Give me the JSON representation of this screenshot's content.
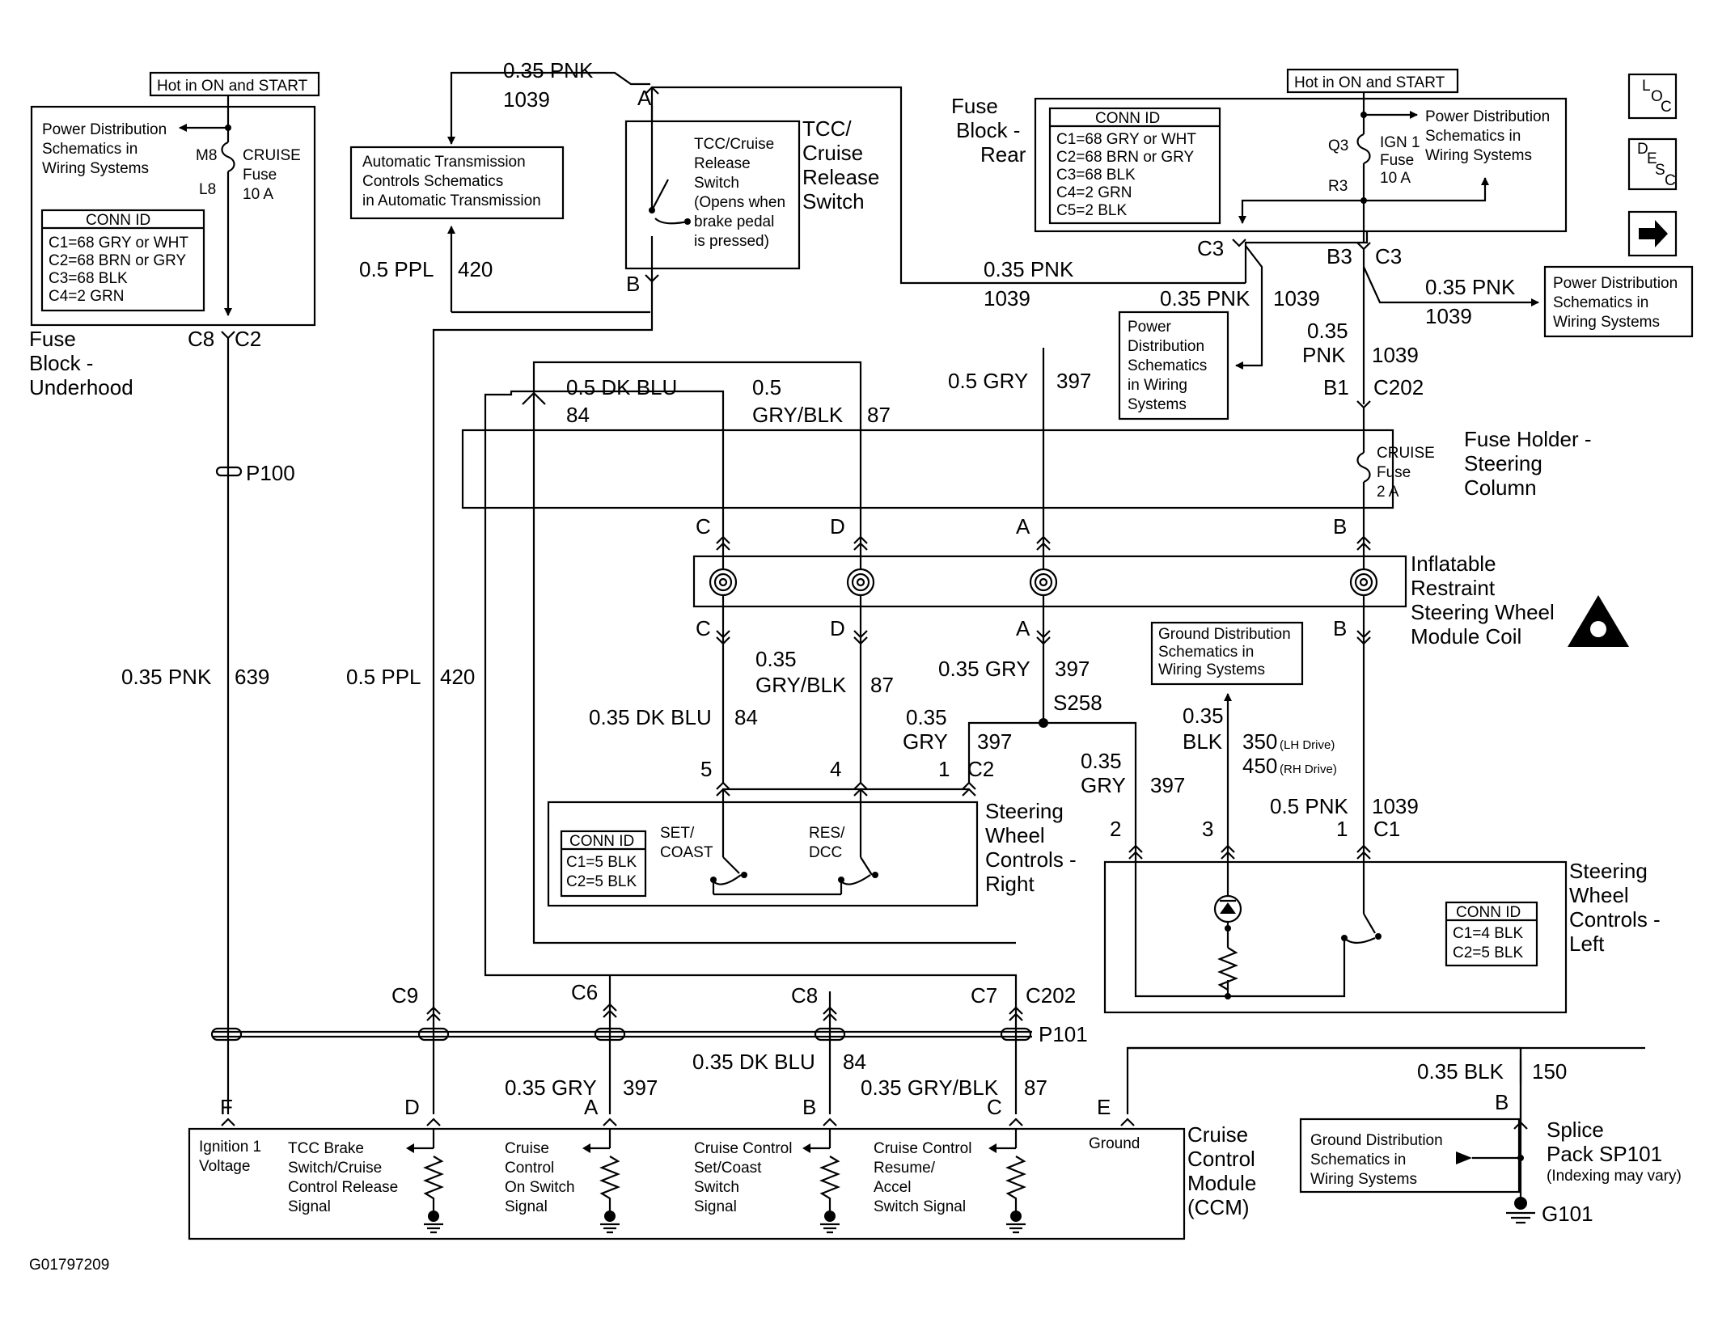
{
  "figure_id": "G01797209",
  "top": {
    "hot_left": "Hot in ON and START",
    "hot_right": "Hot in ON and START"
  },
  "nav": {
    "loc_L": "L",
    "loc_O": "O",
    "loc_C": "C",
    "desc_D": "D",
    "desc_E": "E",
    "desc_S": "S",
    "desc_C": "C"
  },
  "fuse_underhood": {
    "pd_line1": "Power Distribution",
    "pd_line2": "Schematics in",
    "pd_line3": "Wiring Systems",
    "pin_top": "M8",
    "pin_bot": "L8",
    "fuse_name": "CRUISE",
    "fuse_word": "Fuse",
    "fuse_amp": "10 A",
    "conn_title": "CONN ID",
    "conn": [
      "C1=68 GRY or WHT",
      "C2=68 BRN or GRY",
      "C3=68 BLK",
      "C4=2 GRN"
    ],
    "pin_c8": "C8",
    "pin_c2": "C2",
    "name1": "Fuse",
    "name2": "Block -",
    "name3": "Underhood"
  },
  "fuse_rear": {
    "name1": "Fuse",
    "name2": "Block -",
    "name3": "Rear",
    "conn_title": "CONN ID",
    "conn": [
      "C1=68 GRY or WHT",
      "C2=68 BRN or GRY",
      "C3=68 BLK",
      "C4=2 GRN",
      "C5=2 BLK"
    ],
    "pin_q3": "Q3",
    "pin_r3": "R3",
    "fuse_name": "IGN 1",
    "fuse_word": "Fuse",
    "fuse_amp": "10 A",
    "pd_line1": "Power Distribution",
    "pd_line2": "Schematics in",
    "pd_line3": "Wiring Systems",
    "pin_c3": "C3",
    "pin_b3": "B3",
    "pin_c3b": "C3"
  },
  "tcc": {
    "pin_a": "A",
    "pin_b": "B",
    "inner1": "TCC/Cruise",
    "inner2": "Release",
    "inner3": "Switch",
    "inner4": "(Opens when",
    "inner5": "brake pedal",
    "inner6": "is pressed)",
    "name1": "TCC/",
    "name2": "Cruise",
    "name3": "Release",
    "name4": "Switch"
  },
  "auto_trans": {
    "line1": "Automatic Transmission",
    "line2": "Controls Schematics",
    "line3": "in Automatic Transmission"
  },
  "wires": {
    "w_pnk_top": "0.35 PNK",
    "w_1039_top": "1039",
    "w_ppl_upper": "0.5 PPL",
    "w_420_upper": "420",
    "w_pnk_mid": "0.35 PNK",
    "w_1039_mid": "1039",
    "w_pnk_c3": "0.35 PNK",
    "w_1039_c3": "1039",
    "w_pnk_right": "0.35 PNK",
    "w_1039_right": "1039",
    "w_035": "0.35",
    "w_pnk_b3": "PNK",
    "w_1039_b3": "1039",
    "pin_b1": "B1",
    "pin_c202": "C202",
    "w_dkblu_top": "0.5 DK BLU",
    "w_84_top": "84",
    "w_05": "0.5",
    "w_gryblk_top": "GRY/BLK",
    "w_87_top": "87",
    "w_gry_top": "0.5 GRY",
    "w_397_top": "397",
    "w_pnk_639": "0.35 PNK",
    "w_639": "639",
    "p100": "P100",
    "w_ppl_lower": "0.5 PPL",
    "w_420_lower": "420",
    "w_035b": "0.35",
    "w_gryblk_mid": "GRY/BLK",
    "w_87_mid": "87",
    "w_gry_mid": "0.35 GRY",
    "w_397_mid": "397",
    "s258": "S258",
    "w_dkblu_mid": "0.35 DK BLU",
    "w_84_mid": "84",
    "w_035c": "0.35",
    "w_gry_c2": "GRY",
    "w_397_c2": "397",
    "w_035d": "0.35",
    "w_gry_2": "GRY",
    "w_397_2": "397",
    "w_035e": "0.35",
    "w_blk": "BLK",
    "w_350": "350",
    "w_lh": "(LH Drive)",
    "w_450": "450",
    "w_rh": "(RH Drive)",
    "w_pnk_c1": "0.5 PNK",
    "w_1039_c1": "1039",
    "w_gry_bot": "0.35 GRY",
    "w_397_bot": "397",
    "w_dkblu_bot": "0.35 DK BLU",
    "w_84_bot": "84",
    "w_gryblk_bot": "0.35 GRY/BLK",
    "w_87_bot": "87",
    "w_blk_150": "0.35 BLK",
    "w_150": "150"
  },
  "fuse_holder": {
    "fuse_name": "CRUISE",
    "fuse_word": "Fuse",
    "fuse_amp": "2 A",
    "name1": "Fuse Holder -",
    "name2": "Steering",
    "name3": "Column"
  },
  "coil": {
    "pins_top": [
      "C",
      "D",
      "A",
      "B"
    ],
    "pins_bot": [
      "C",
      "D",
      "A",
      "B"
    ],
    "name1": "Inflatable",
    "name2": "Restraint",
    "name3": "Steering Wheel",
    "name4": "Module Coil"
  },
  "ground_dist_top": {
    "line1": "Ground Distribution",
    "line2": "Schematics in",
    "line3": "Wiring Systems"
  },
  "pd_box_mid": {
    "line1": "Power",
    "line2": "Distribution",
    "line3": "Schematics",
    "line4": "in Wiring",
    "line5": "Systems"
  },
  "pd_box_right": {
    "line1": "Power Distribution",
    "line2": "Schematics in",
    "line3": "Wiring Systems"
  },
  "swc_right": {
    "pin5": "5",
    "pin4": "4",
    "pin1": "1",
    "pin_c2": "C2",
    "conn_title": "CONN ID",
    "conn": [
      "C1=5 BLK",
      "C2=5 BLK"
    ],
    "set1": "SET/",
    "set2": "COAST",
    "res1": "RES/",
    "res2": "DCC",
    "name1": "Steering",
    "name2": "Wheel",
    "name3": "Controls -",
    "name4": "Right"
  },
  "swc_left": {
    "pin2": "2",
    "pin3": "3",
    "pin1": "1",
    "pin_c1": "C1",
    "conn_title": "CONN ID",
    "conn": [
      "C1=4 BLK",
      "C2=5 BLK"
    ],
    "name1": "Steering",
    "name2": "Wheel",
    "name3": "Controls -",
    "name4": "Left"
  },
  "p101": {
    "c9": "C9",
    "c6": "C6",
    "c8": "C8",
    "c7": "C7",
    "c202": "C202",
    "label": "P101"
  },
  "ccm": {
    "pin_f": "F",
    "pin_d": "D",
    "pin_a": "A",
    "pin_b": "B",
    "pin_c": "C",
    "pin_e": "E",
    "ign1": "Ignition 1",
    "ign2": "Voltage",
    "tcc1": "TCC Brake",
    "tcc2": "Switch/Cruise",
    "tcc3": "Control Release",
    "tcc4": "Signal",
    "on1": "Cruise",
    "on2": "Control",
    "on3": "On Switch",
    "on4": "Signal",
    "set1": "Cruise Control",
    "set2": "Set/Coast",
    "set3": "Switch",
    "set4": "Signal",
    "res1": "Cruise Control",
    "res2": "Resume/",
    "res3": "Accel",
    "res4": "Switch Signal",
    "gnd": "Ground",
    "name1": "Cruise",
    "name2": "Control",
    "name3": "Module",
    "name4": "(CCM)"
  },
  "splice": {
    "gd1": "Ground Distribution",
    "gd2": "Schematics in",
    "gd3": "Wiring Systems",
    "pin_b": "B",
    "name1": "Splice",
    "name2": "Pack SP101",
    "name3": "(Indexing may vary)",
    "g101": "G101"
  }
}
